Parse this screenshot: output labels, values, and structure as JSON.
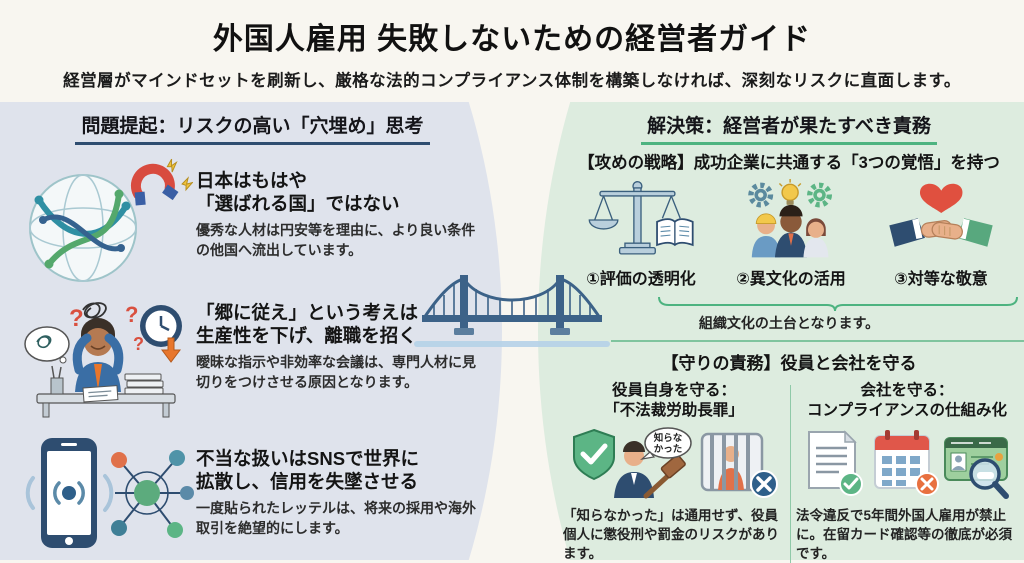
{
  "header": {
    "title": "外国人雇用 失敗しないための経営者ガイド",
    "subtitle": "経営層がマインドセットを刷新し、厳格な法的コンプライアンス体制を構築しなければ、深刻なリスクに直面します。"
  },
  "left": {
    "heading": "問題提起：リスクの高い「穴埋め」思考",
    "items": [
      {
        "icon": "globe-network-magnet-icon",
        "title1": "日本はもはや",
        "title2": "「選ばれる国」ではない",
        "body": "優秀な人材は円安等を理由に、より良い条件の他国へ流出しています。"
      },
      {
        "icon": "stressed-worker-clock-icon",
        "title1": "「郷に従え」という考えは",
        "title2": "生産性を下げ、離職を招く",
        "body": "曖昧な指示や非効率な会議は、専門人材に見切りをつけさせる原因となります。"
      },
      {
        "icon": "smartphone-sns-network-icon",
        "title1": "不当な扱いはSNSで世界に",
        "title2": "拡散し、信用を失墜させる",
        "body": "一度貼られたレッテルは、将来の採用や海外取引を絶望的にします。"
      }
    ]
  },
  "right": {
    "heading": "解決策：経営者が果たすべき責務",
    "offense": {
      "title": "【攻めの戦略】成功企業に共通する「3つの覚悟」を持つ",
      "items": [
        {
          "icon": "scales-book-icon",
          "label": "①評価の透明化"
        },
        {
          "icon": "diverse-team-gears-icon",
          "label": "②異文化の活用"
        },
        {
          "icon": "handshake-heart-icon",
          "label": "③対等な敬意"
        }
      ],
      "caption": "組織文化の土台となります。"
    },
    "defense": {
      "title": "【守りの責務】役員と会社を守る",
      "cols": [
        {
          "title1": "役員自身を守る：",
          "title2": "「不法裁労助長罪」",
          "bubble1": "知らな",
          "bubble2": "かった",
          "body": "「知らなかった」は通用せず、役員個人に懲役刑や罰金のリスクがあります。"
        },
        {
          "title1": "会社を守る：",
          "title2": "コンプライアンスの仕組み化",
          "body": "法令違反で5年間外国人雇用が禁止に。在留カード確認等の徹底が必須です。"
        }
      ]
    }
  },
  "glyphs": {
    "question": "?"
  },
  "palette": {
    "page_bg": "#f8f6f0",
    "left_panel_bg": "#dfe3ec",
    "right_panel_bg": "#ddecdf",
    "left_accent": "#2e4d70",
    "right_accent": "#4db380",
    "bridge": "#3c6288",
    "water": "#b5d2e8",
    "alert_red": "#d9503f",
    "heart_red": "#e0503f",
    "check_green": "#5cb585"
  }
}
